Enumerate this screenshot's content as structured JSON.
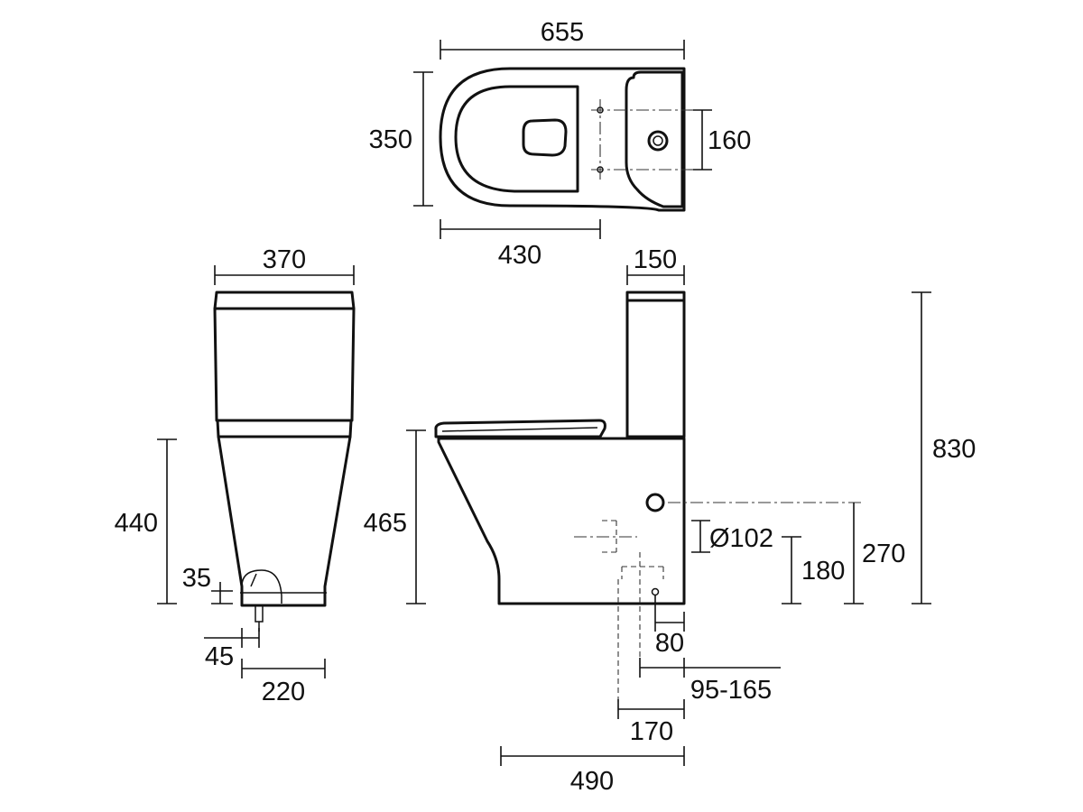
{
  "dimensions": {
    "top_width": "655",
    "top_depth": "350",
    "top_pan": "430",
    "top_fixing_spacing": "160",
    "front_width": "370",
    "front_pan_height": "440",
    "front_inlet_height": "35",
    "front_inlet_offset": "45",
    "front_base_width": "220",
    "side_cistern_depth": "150",
    "side_seat_height": "465",
    "side_total_height": "830",
    "side_outlet_diameter": "Ø102",
    "side_outlet_height_low": "180",
    "side_outlet_height_high": "270",
    "side_wall_offset": "80",
    "side_outlet_range": "95-165",
    "side_outlet_setout": "170",
    "side_projection": "490"
  },
  "colors": {
    "line": "#111111",
    "background": "#ffffff"
  }
}
